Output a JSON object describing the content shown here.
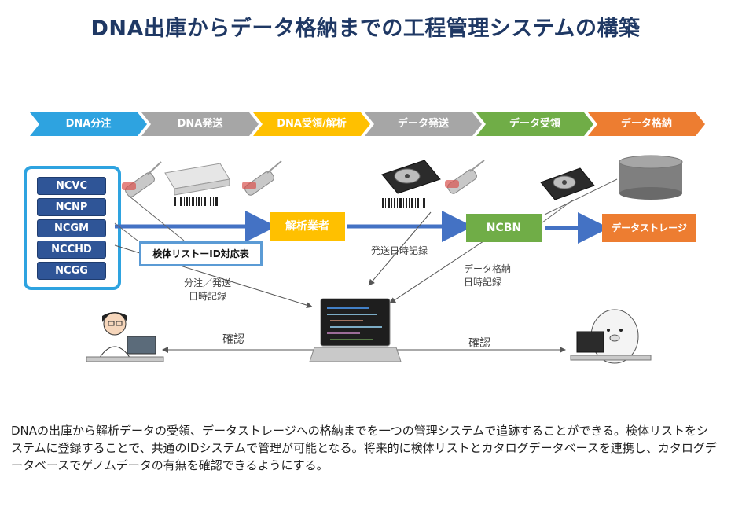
{
  "title": "DNA出庫からデータ格納までの工程管理システムの構築",
  "steps": [
    {
      "label": "DNA分注",
      "color": "#2ea3e0"
    },
    {
      "label": "DNA発送",
      "color": "#a6a6a6"
    },
    {
      "label": "DNA受領/解析",
      "color": "#ffc000"
    },
    {
      "label": "データ発送",
      "color": "#a6a6a6"
    },
    {
      "label": "データ受領",
      "color": "#70ad47"
    },
    {
      "label": "データ格納",
      "color": "#ed7d31"
    }
  ],
  "institutions": [
    "NCVC",
    "NCNP",
    "NCGM",
    "NCCHD",
    "NCGG"
  ],
  "sample_table": "検体リストーID対応表",
  "nodes": {
    "analyst": "解析業者",
    "ncbn": "NCBN",
    "storage": "データストレージ"
  },
  "annotations": {
    "dispatch_record": "発送日時記録",
    "storage_record_1": "データ格納",
    "storage_record_2": "日時記録",
    "split_record_1": "分注／発送",
    "split_record_2": "日時記録",
    "confirm_left": "確認",
    "confirm_right": "確認"
  },
  "description": "DNAの出庫から解析データの受領、データストレージへの格納までを一つの管理システムで追跡することができる。検体リストをシステムに登録することで、共通のIDシステムで管理が可能となる。将来的に検体リストとカタログデータベースを連携し、カタログデータベースでゲノムデータの有無を確認できるようにする。",
  "colors": {
    "title": "#1f3864",
    "institution_box": "#2f5597",
    "frame": "#2ea3e0",
    "flow_arrow": "#4472c4",
    "analyst_box": "#ffc000",
    "ncbn_box": "#70ad47",
    "storage_box": "#ed7d31"
  }
}
